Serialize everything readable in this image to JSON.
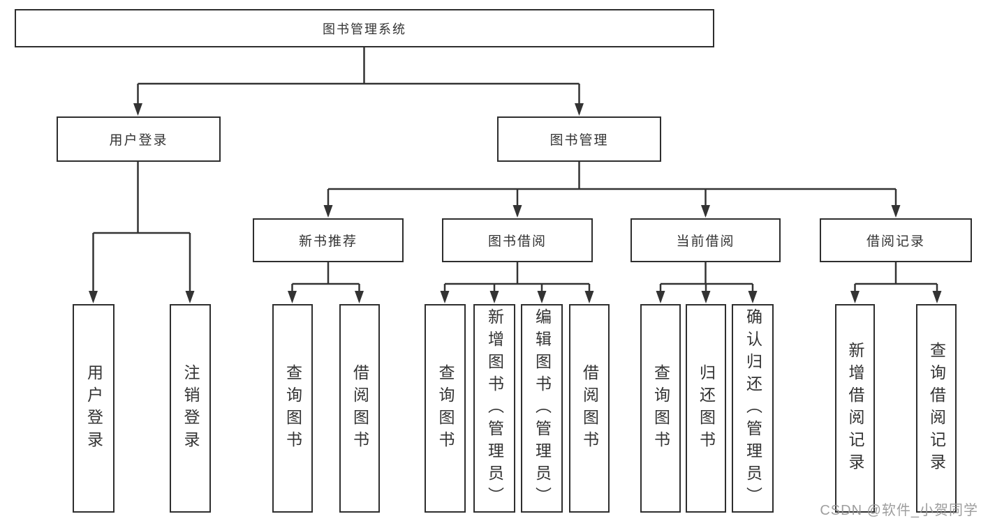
{
  "diagram": {
    "root": {
      "label": "图书管理系统"
    },
    "level2": [
      {
        "label": "用户登录",
        "parent": "图书管理系统"
      },
      {
        "label": "图书管理",
        "parent": "图书管理系统"
      }
    ],
    "level3": [
      {
        "label": "新书推荐",
        "parent": "图书管理"
      },
      {
        "label": "图书借阅",
        "parent": "图书管理"
      },
      {
        "label": "当前借阅",
        "parent": "图书管理"
      },
      {
        "label": "借阅记录",
        "parent": "图书管理"
      }
    ],
    "leaves": [
      {
        "label": "用户登录",
        "parent": "用户登录"
      },
      {
        "label": "注销登录",
        "parent": "用户登录"
      },
      {
        "label": "查询图书",
        "parent": "新书推荐"
      },
      {
        "label": "借阅图书",
        "parent": "新书推荐"
      },
      {
        "label": "查询图书",
        "parent": "图书借阅"
      },
      {
        "label": "新增图书（管理员）",
        "parent": "图书借阅"
      },
      {
        "label": "编辑图书（管理员）",
        "parent": "图书借阅"
      },
      {
        "label": "借阅图书",
        "parent": "图书借阅"
      },
      {
        "label": "查询图书",
        "parent": "当前借阅"
      },
      {
        "label": "归还图书",
        "parent": "当前借阅"
      },
      {
        "label": "确认归还（管理员）",
        "parent": "当前借阅"
      },
      {
        "label": "新增借阅记录",
        "parent": "借阅记录"
      },
      {
        "label": "查询借阅记录",
        "parent": "借阅记录"
      }
    ]
  },
  "watermark": "CSDN @软件_小贺同学",
  "colors": {
    "line": "#333333",
    "box_border": "#2e2e2e",
    "text": "#333333",
    "watermark": "#949494",
    "background": "#ffffff"
  }
}
